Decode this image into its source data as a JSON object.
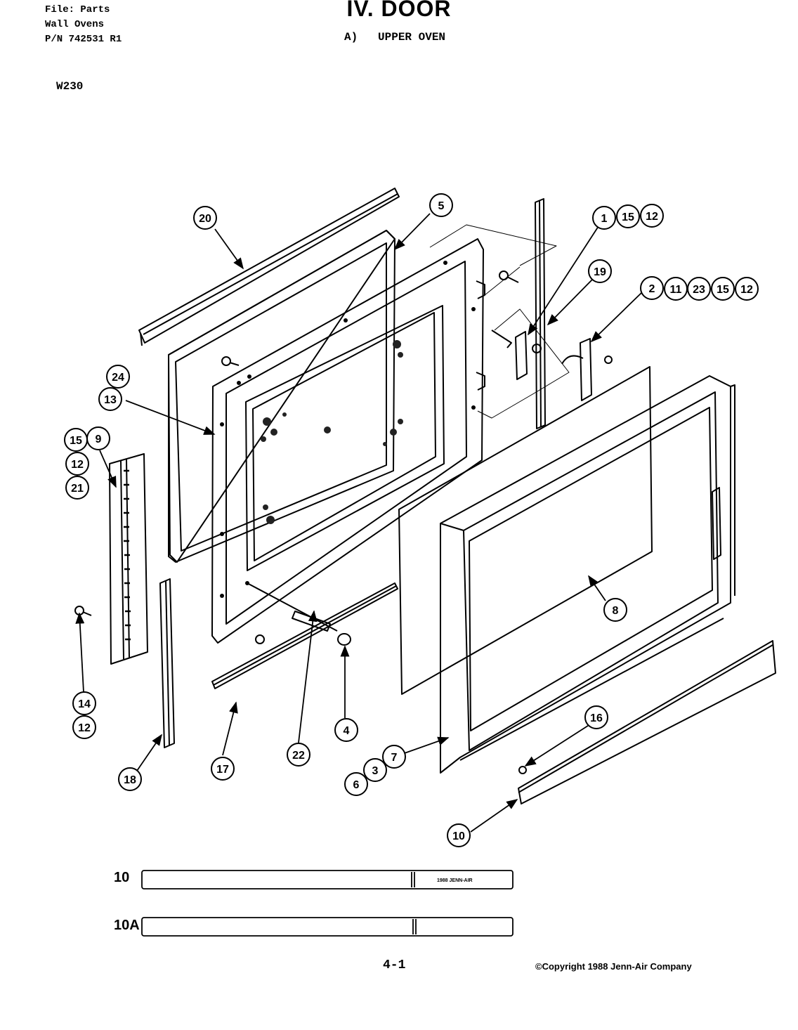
{
  "header": {
    "file_line": "File: Parts",
    "product_line": "Wall Ovens",
    "pn_line": "P/N 742531 R1",
    "title": "IV. DOOR",
    "subtitle_prefix": "A)",
    "subtitle": "UPPER OVEN",
    "model": "W230"
  },
  "callouts": [
    {
      "id": "c20",
      "label": "20"
    },
    {
      "id": "c5",
      "label": "5"
    },
    {
      "id": "c1",
      "label": "1"
    },
    {
      "id": "c15a",
      "label": "15"
    },
    {
      "id": "c12a",
      "label": "12"
    },
    {
      "id": "c19",
      "label": "19"
    },
    {
      "id": "c2",
      "label": "2"
    },
    {
      "id": "c11",
      "label": "11"
    },
    {
      "id": "c23",
      "label": "23"
    },
    {
      "id": "c15b",
      "label": "15"
    },
    {
      "id": "c12b",
      "label": "12"
    },
    {
      "id": "c24",
      "label": "24"
    },
    {
      "id": "c13",
      "label": "13"
    },
    {
      "id": "c15c",
      "label": "15"
    },
    {
      "id": "c9",
      "label": "9"
    },
    {
      "id": "c12c",
      "label": "12"
    },
    {
      "id": "c21",
      "label": "21"
    },
    {
      "id": "c14",
      "label": "14"
    },
    {
      "id": "c12d",
      "label": "12"
    },
    {
      "id": "c8",
      "label": "8"
    },
    {
      "id": "c16",
      "label": "16"
    },
    {
      "id": "c4",
      "label": "4"
    },
    {
      "id": "c17",
      "label": "17"
    },
    {
      "id": "c22",
      "label": "22"
    },
    {
      "id": "c7",
      "label": "7"
    },
    {
      "id": "c3",
      "label": "3"
    },
    {
      "id": "c6",
      "label": "6"
    },
    {
      "id": "c18",
      "label": "18"
    },
    {
      "id": "c10",
      "label": "10"
    }
  ],
  "trim_variants": [
    {
      "label": "10",
      "badge": "1988 JENN-AIR"
    },
    {
      "label": "10A",
      "badge": ""
    }
  ],
  "footer": {
    "page": "4-1",
    "copyright": "©Copyright 1988 Jenn-Air Company"
  }
}
